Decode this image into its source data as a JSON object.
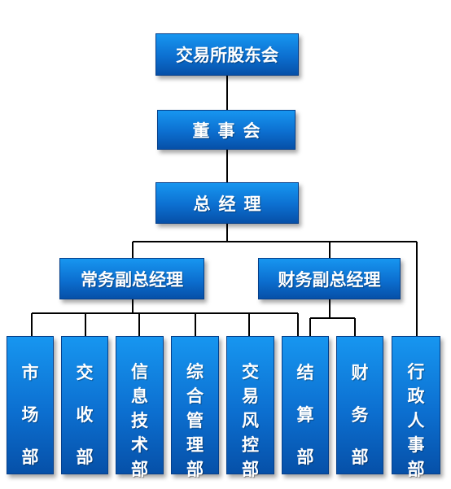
{
  "nodes": {
    "shareholders": "交易所股东会",
    "board": "董事会",
    "gm": "总经理",
    "vp_exec": "常务副总经理",
    "vp_finance": "财务副总经理",
    "dept_market": "市场部",
    "dept_clearing": "交收部",
    "dept_it": "信息技术部",
    "dept_admin": "综合管理部",
    "dept_risk": "交易风控部",
    "dept_settle": "结算部",
    "dept_finance": "财务部",
    "dept_hr": "行政人事部"
  },
  "colors": {
    "box_top": "#1796f0",
    "box_bottom": "#0650a8",
    "line": "#000000",
    "text": "#ffffff"
  }
}
